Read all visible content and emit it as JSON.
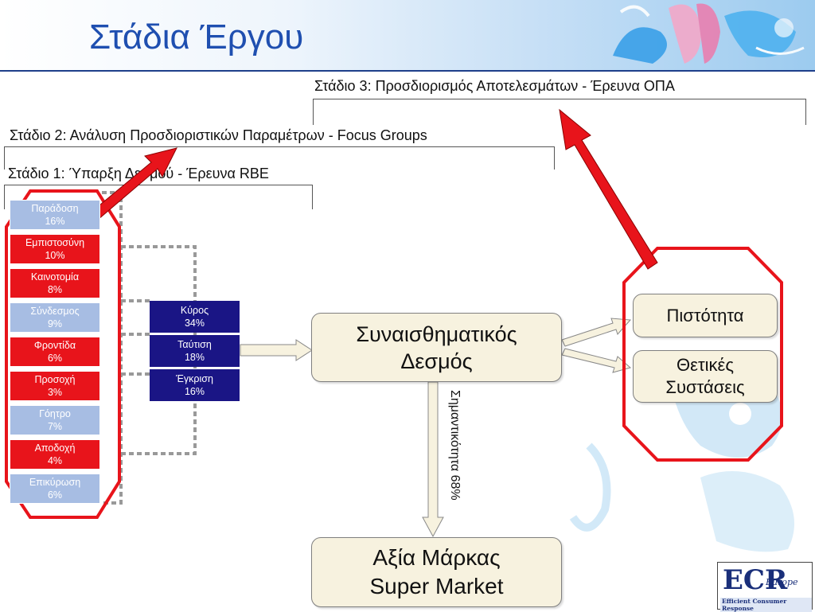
{
  "title": "Στάδια Έργου",
  "stages": {
    "stage3": "Στάδιο 3: Προσδιορισμός Αποτελεσμάτων - Έρευνα ΟΠΑ",
    "stage2": "Στάδιο 2: Ανάλυση Προσδιοριστικών Παραμέτρων - Focus Groups",
    "stage1": "Στάδιο 1: Ύπαρξη Δεσμού - Έρευνα RBE"
  },
  "factors": [
    {
      "label": "Παράδοση",
      "value": "16%",
      "color": "blue"
    },
    {
      "label": "Εμπιστοσύνη",
      "value": "10%",
      "color": "red"
    },
    {
      "label": "Καινοτομία",
      "value": "8%",
      "color": "red"
    },
    {
      "label": "Σύνδεσμος",
      "value": "9%",
      "color": "blue"
    },
    {
      "label": "Φροντίδα",
      "value": "6%",
      "color": "red"
    },
    {
      "label": "Προσοχή",
      "value": "3%",
      "color": "red"
    },
    {
      "label": "Γόητρο",
      "value": "7%",
      "color": "blue"
    },
    {
      "label": "Αποδοχή",
      "value": "4%",
      "color": "red"
    },
    {
      "label": "Επικύρωση",
      "value": "6%",
      "color": "blue"
    }
  ],
  "groups": [
    {
      "label": "Κύρος",
      "value": "34%"
    },
    {
      "label": "Ταύτιση",
      "value": "18%"
    },
    {
      "label": "Έγκριση",
      "value": "16%"
    }
  ],
  "emotional_bond": {
    "line1": "Συναισθηματικός",
    "line2": "Δεσμός"
  },
  "brand_value": {
    "line1": "Αξία Μάρκας",
    "line2": "Super Market"
  },
  "importance_label": "Σημαντικότητα 68%",
  "outcomes": {
    "credibility": "Πιστότητα",
    "recommend_line1": "Θετικές",
    "recommend_line2": "Συστάσεις"
  },
  "logo": {
    "main": "ECR",
    "sub": "Europe",
    "tagline": "Efficient Consumer Response"
  },
  "colors": {
    "title": "#1f4fb0",
    "red_box": "#e8141b",
    "light_blue_box": "#a7bde3",
    "navy_box": "#1a1585",
    "cream_box": "#f7f2df",
    "highlight_red": "#e8141b"
  }
}
